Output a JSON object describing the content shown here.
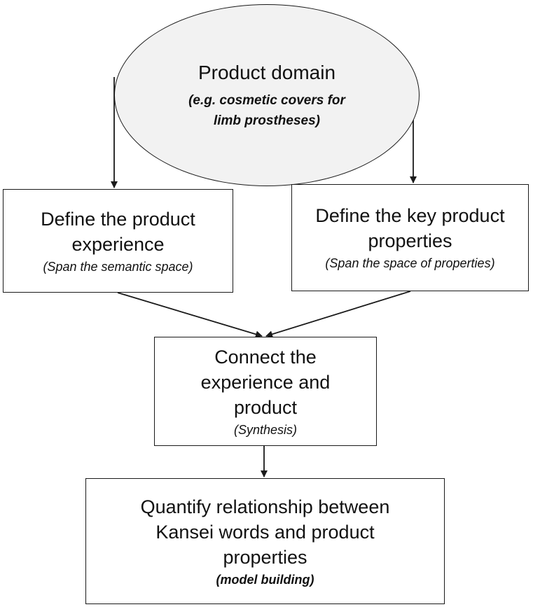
{
  "nodes": {
    "product_domain": {
      "title": "Product domain",
      "subtitle_line1": "(e.g. cosmetic covers for",
      "subtitle_line2": "limb prostheses)"
    },
    "define_experience": {
      "title_line1": "Define the product",
      "title_line2": "experience",
      "subtitle": "(Span the semantic space)"
    },
    "define_properties": {
      "title_line1": "Define the key product",
      "title_line2": "properties",
      "subtitle": "(Span the space of properties)"
    },
    "connect": {
      "title_line1": "Connect the",
      "title_line2": "experience and",
      "title_line3": "product",
      "subtitle": "(Synthesis)"
    },
    "quantify": {
      "title_line1": "Quantify relationship between",
      "title_line2": "Kansei words and product",
      "title_line3": "properties",
      "subtitle": "(model building)"
    }
  },
  "colors": {
    "stroke": "#1a1a1a",
    "ellipse_fill": "#f2f2f2",
    "box_fill": "#ffffff"
  }
}
